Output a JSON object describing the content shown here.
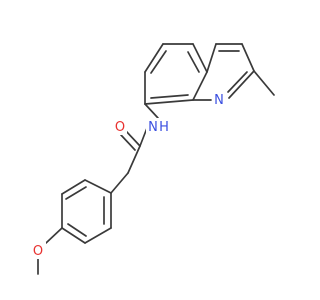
{
  "molecule": {
    "atoms": {
      "oxygen_carbonyl": {
        "symbol": "O",
        "color": "#e8312f"
      },
      "nitrogen_amide": {
        "symbol": "N",
        "color": "#3b4fe0"
      },
      "hydrogen_amide": {
        "symbol": "H",
        "color": "#3b4fe0"
      },
      "nitrogen_ring": {
        "symbol": "N",
        "color": "#3b4fe0"
      },
      "oxygen_methoxy": {
        "symbol": "O",
        "color": "#e8312f"
      }
    },
    "bond_color": "#3a3a3a"
  }
}
